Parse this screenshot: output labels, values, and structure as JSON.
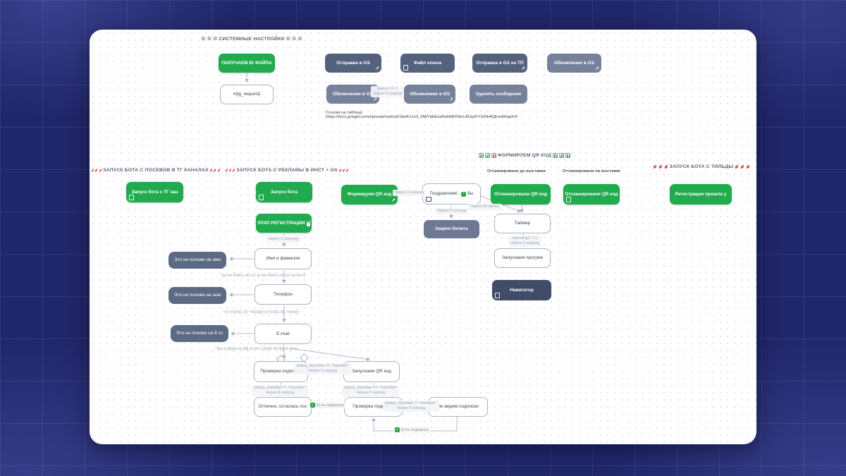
{
  "headers": {
    "system": {
      "label": "СИСТЕМНЫЕ НАСТРОЙКИ",
      "icon": "gear-icon"
    },
    "seeding": {
      "label": "ЗАПУСК БОТА С ПОСЕВОВ В ТГ КАНАЛАХ",
      "icon": "rocket-icon"
    },
    "ads": {
      "label": "ЗАПУСК БОТА С РЕКЛАМЫ В ИНСТ + GS",
      "icon": "rocket-icon"
    },
    "qr": {
      "label": "ФОРМИРУЕМ QR КОД",
      "icon": "chart-icon"
    },
    "tilda": {
      "label": "ЗАПУСК БОТА С ТИЛЬДЫ",
      "icon": "rocket-icon"
    },
    "scanned_before": "Отсканировали до выставки",
    "scanned_at": "Отсканировали на выставке"
  },
  "link": {
    "title": "Ссылка на таблицу",
    "url": "https://docs.google.com/spreadsheets/d/1bviKv1o3_5MtYdbEeaRaMd5KBeLATayrKYGl6b4QE/edit#gid=0"
  },
  "nodes": {
    "get_file_id": "ПОЛУЧАЕМ ID ФАЙЛА",
    "tg_request": "#{tg_request}",
    "send_gs": "Отправка в GS",
    "key_file": "Файл ключа",
    "send_gs_tp": "Отправка в GS из ТП",
    "update_gs": "Обновление в GS",
    "delete_msg": "Удалить сообщение",
    "start_tg": "Запуск бота с ТГ кан",
    "start_bot": "Запуск бота",
    "reg_stage": "ЭТАП РЕГИСТРАЦИИ",
    "name": "Имя и фамилия",
    "not_name": "Это не похоже на имя",
    "phone": "Телефон",
    "not_phone": "Это не похоже на ном",
    "email": "E-mail",
    "not_email": "Это не похоже на E-m",
    "check_sub": "Проверка подписки",
    "qr_sent": "Запускаем QR код",
    "great": "Отлично, осталась пос",
    "no_sub": "Не видим подписки",
    "form_qr": "Формируем QR код",
    "congrats_prefix": "Поздравляем!..",
    "congrats_suffix": "Вы",
    "pin_ticket": "Закреп билета",
    "scan_qr": "Отсканировали QR код",
    "timer": "Таймер",
    "warm": "Запускаем прогрев",
    "navigator": "Навигатор",
    "reg_done": "Регистрация прошла у"
  },
  "labels": {
    "status_eq1": "status == 1",
    "delay0": "Через 0 секунд",
    "delay1": "Через 1 секунду",
    "delay30": "Через 30 минут",
    "warming": "warming1 = 1",
    "member_eq": "status_member == \"member\"",
    "member_ne": "status_member != \"member\"",
    "regex_name": "^[а-яА-ЯёЁa-zA-Z]+ [а-яА-ЯёЁa-zA-Z]+ [а-яА-Я",
    "regex_phone": "^(\\+|7)(\\d{2,3}) ?\\d(\\d)((\\+|7)(\\d{2,3}) ?\\d(\\d))",
    "regex_email": "^([\\w.]+@([A-z0-9]|[-A-z0-9 @([A-z0-9]|[-A-z0-9"
  },
  "badges": {
    "has_sub": "Есть подписка"
  },
  "colors": {
    "accent_green": "#22ab4e",
    "slate": "#55627e",
    "slate_light": "#76819c",
    "navy": "#414d68",
    "page_bg": "#20266a",
    "canvas_bg": "#ffffff"
  }
}
